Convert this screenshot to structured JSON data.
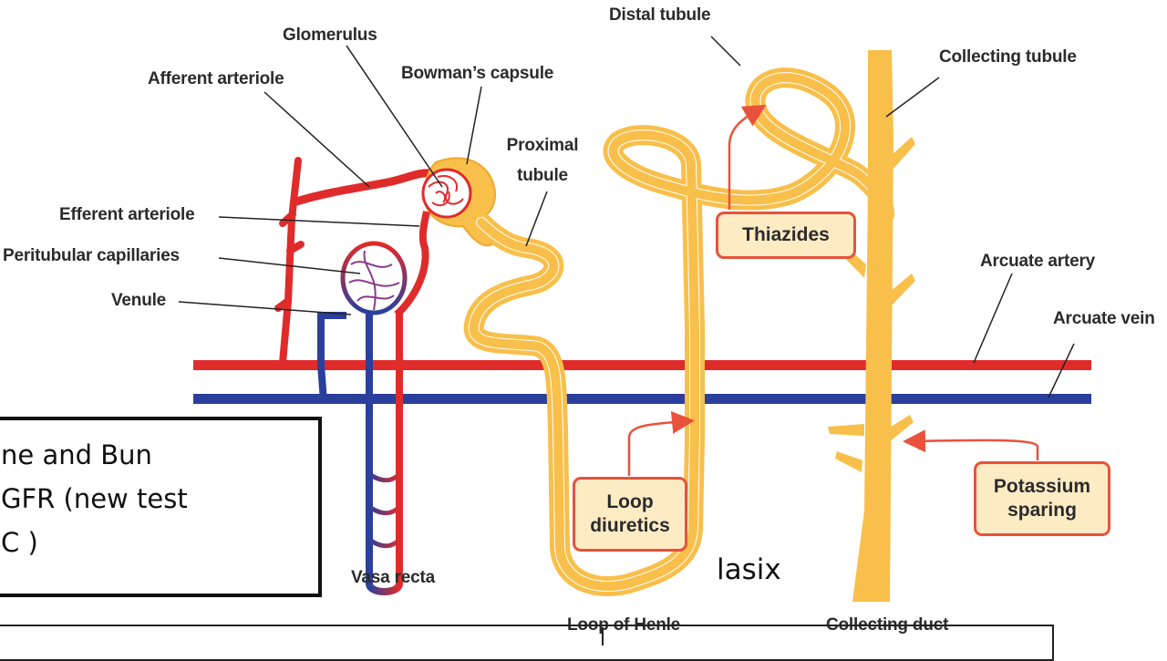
{
  "labels": {
    "glomerulus": "Glomerulus",
    "distal_tubule": "Distal tubule",
    "collecting_tubule": "Collecting tubule",
    "afferent_arteriole": "Afferent arteriole",
    "bowmans_capsule": "Bowman’s capsule",
    "proximal_tubule_1": "Proximal",
    "proximal_tubule_2": "tubule",
    "efferent_arteriole": "Efferent arteriole",
    "peritubular_capillaries": "Peritubular capillaries",
    "venule": "Venule",
    "arcuate_artery": "Arcuate artery",
    "arcuate_vein": "Arcuate vein",
    "vasa_recta": "Vasa recta",
    "loop_of_henle": "Loop of Henle",
    "collecting_duct": "Collecting duct"
  },
  "drugs": {
    "thiazides": "Thiazides",
    "loop_1": "Loop",
    "loop_2": "diuretics",
    "potassium_1": "Potassium",
    "potassium_2": "sparing"
  },
  "annotations": {
    "note_line_1": "ne and Bun",
    "note_line_2": "GFR (new test",
    "note_line_3": " C )",
    "lasix": "lasix"
  },
  "colors": {
    "artery": "#e02b2b",
    "vein": "#2b3f9c",
    "tubule": "#f8bf4a",
    "arrow": "#e8523a"
  }
}
